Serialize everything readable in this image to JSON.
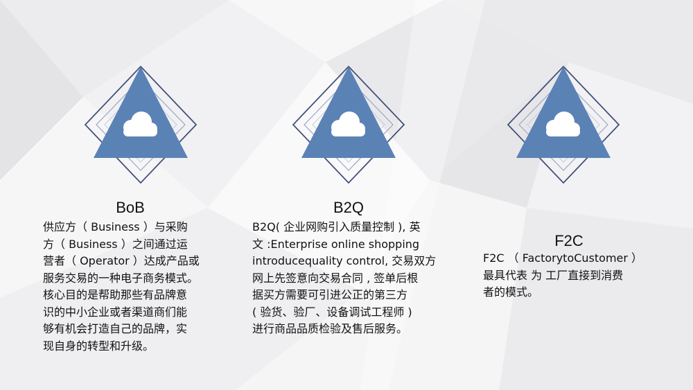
{
  "colors": {
    "accent": "#5b82b5",
    "outline": "#44507a"
  },
  "columns": [
    {
      "icon": "cloud-icon",
      "title": "BoB",
      "lines": [
        "供应方（ Business ）与采购",
        "方（ Business ）之间通过运",
        "营者（ Operator ）达成产品或",
        "服务交易的一种电子商务模式。",
        "核心目的是帮助那些有品牌意",
        "识的中小企业或者渠道商们能",
        "够有机会打造自己的品牌，实",
        "现自身的转型和升级。"
      ]
    },
    {
      "icon": "cloud-icon",
      "title": "B2Q",
      "lines": [
        "B2Q( 企业网购引入质量控制 ), 英",
        "文 :Enterprise online shopping",
        "introducequality control, 交易双方",
        "网上先签意向交易合同 , 签单后根",
        "据买方需要可引进公正的第三方",
        "( 验货、验厂、设备调试工程师 )",
        "进行商品品质检验及售后服务。"
      ]
    },
    {
      "icon": "cloud-icon",
      "title": "F2C",
      "lines": [
        "F2C （ FactorytoCustomer ）",
        "最具代表 为 工厂直接到消费",
        "者的模式。"
      ]
    }
  ]
}
